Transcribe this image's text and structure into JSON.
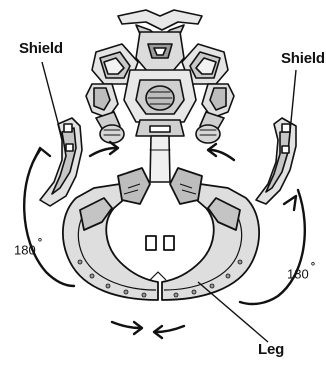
{
  "diagram": {
    "callouts": {
      "shield_left": "Shield",
      "shield_right": "Shield",
      "leg": "Leg"
    },
    "rotations": {
      "left_value": "180",
      "right_value": "180",
      "unit": "°"
    },
    "colors": {
      "line": "#111111",
      "fill_light": "#e8e8e8",
      "fill_mid": "#c9c9c9",
      "fill_dark": "#9a9a9a",
      "background": "#ffffff"
    }
  }
}
